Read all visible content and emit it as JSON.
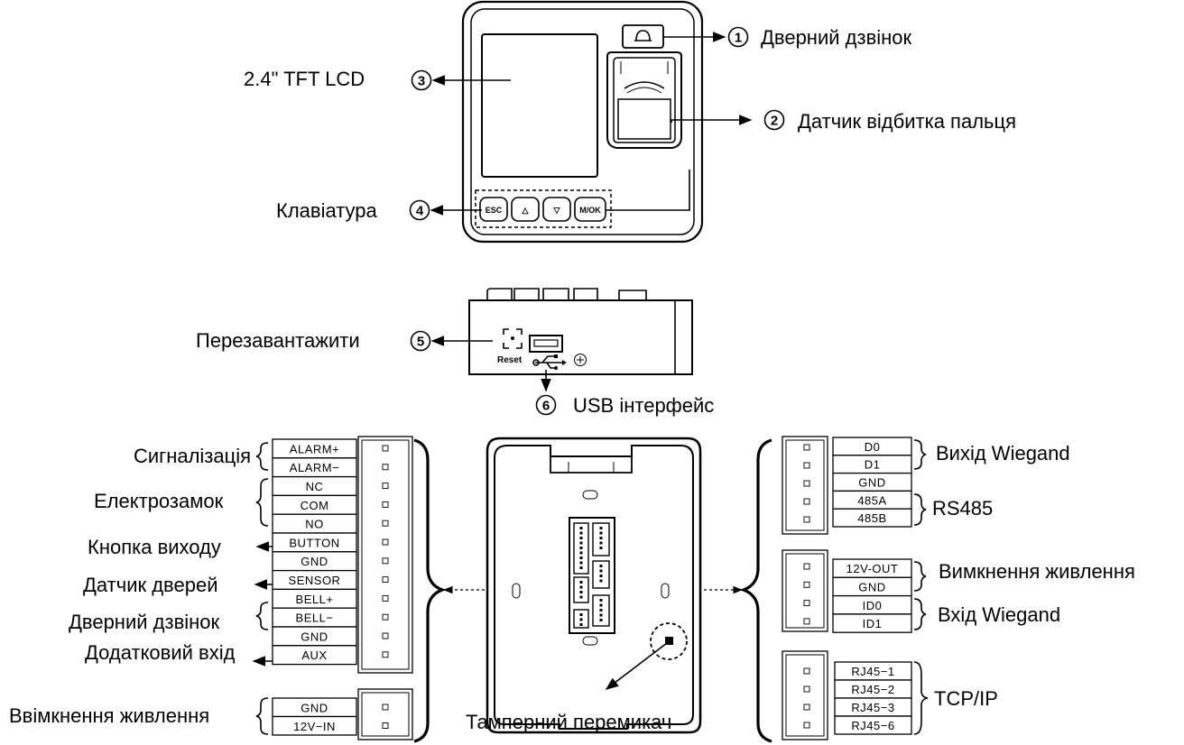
{
  "front_view": {
    "lcd_label": "2.4\" TFT LCD",
    "keypad_label": "Клавіатура",
    "bell_label": "Дверний дзвінок",
    "sensor_label": "Датчик відбитка пальця",
    "num1": "1",
    "num2": "2",
    "num3": "3",
    "num4": "4",
    "keys": [
      "ESC",
      "△",
      "▽",
      "M/OK"
    ]
  },
  "bottom_view": {
    "reset_label": "Перезавантажити",
    "reset_text": "Reset",
    "usb_label": "USB інтерфейс",
    "num5": "5",
    "num6": "6"
  },
  "left_terminals": {
    "block1": [
      "ALARM+",
      "ALARM−",
      "NC",
      "COM",
      "NO",
      "BUTTON",
      "GND",
      "SENSOR",
      "BELL+",
      "BELL−",
      "GND",
      "AUX"
    ],
    "block2": [
      "GND",
      "12V−IN"
    ],
    "labels": {
      "alarm": "Сигналізація",
      "lock": "Електрозамок",
      "exit_button": "Кнопка виходу",
      "door_sensor": "Датчик дверей",
      "door_bell": "Дверний дзвінок",
      "aux_input": "Додатковий вхід",
      "power_in": "Ввімкнення живлення"
    }
  },
  "right_terminals": {
    "block1": [
      "D0",
      "D1",
      "GND",
      "485A",
      "485B"
    ],
    "block2": [
      "12V-OUT",
      "GND",
      "ID0",
      "ID1"
    ],
    "block3": [
      "RJ45−1",
      "RJ45−2",
      "RJ45−3",
      "RJ45−6"
    ],
    "labels": {
      "wiegand_out": "Вихід Wiegand",
      "rs485": "RS485",
      "power_out": "Вимкнення живлення",
      "wiegand_in": "Вхід Wiegand",
      "tcpip": "TCP/IP"
    }
  },
  "back_view": {
    "tamper_label": "Тамперний перемикач"
  }
}
